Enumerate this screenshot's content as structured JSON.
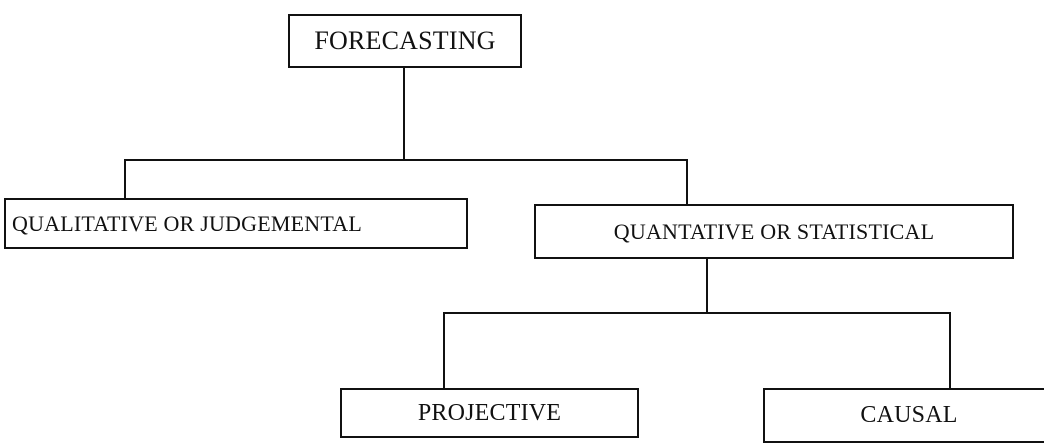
{
  "diagram": {
    "nodes": {
      "forecasting": "FORECASTING",
      "qualitative": "QUALITATIVE OR JUDGEMENTAL",
      "quantative": "QUANTATIVE OR STATISTICAL",
      "projective": "PROJECTIVE",
      "causal": "CAUSAL"
    },
    "edges": [
      {
        "from": "forecasting",
        "to": "qualitative"
      },
      {
        "from": "forecasting",
        "to": "quantative"
      },
      {
        "from": "quantative",
        "to": "projective"
      },
      {
        "from": "quantative",
        "to": "causal"
      }
    ],
    "colors": {
      "line": "#111111",
      "background": "#ffffff"
    }
  }
}
